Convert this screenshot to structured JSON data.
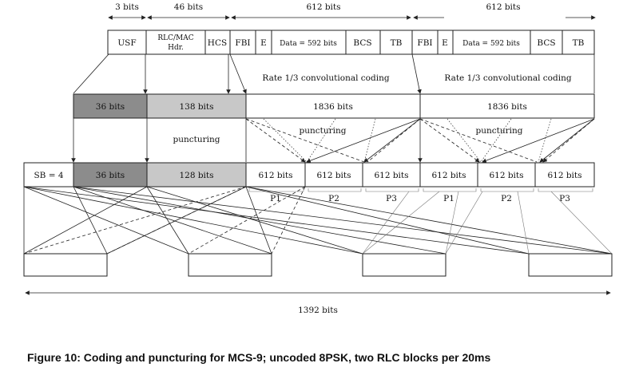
{
  "top_labels": {
    "usf_bits": "3 bits",
    "hdr_bits": "46 bits",
    "block1_bits": "612 bits",
    "block2_bits": "612 bits"
  },
  "fields": {
    "usf": "USF",
    "rlc_mac_line1": "RLC/MAC",
    "rlc_mac_line2": "Hdr.",
    "hcs": "HCS",
    "fbi1": "FBI",
    "e1": "E",
    "data1": "Data = 592 bits",
    "bcs1": "BCS",
    "tb1": "TB",
    "fbi2": "FBI",
    "e2": "E",
    "data2": "Data = 592 bits",
    "bcs2": "BCS",
    "tb2": "TB"
  },
  "coding_labels": {
    "left": "Rate 1/3 convolutional coding",
    "right": "Rate 1/3 convolutional coding"
  },
  "coded_row": {
    "usf": "36 bits",
    "hdr": "138 bits",
    "block1": "1836 bits",
    "block2": "1836 bits"
  },
  "puncturing": {
    "hdr": "puncturing",
    "block1": "puncturing",
    "block2": "puncturing"
  },
  "burst_row": {
    "sb": "SB = 4",
    "usf": "36 bits",
    "hdr": "128 bits",
    "cells": [
      "612 bits",
      "612 bits",
      "612 bits",
      "612 bits",
      "612 bits",
      "612 bits"
    ]
  },
  "p_labels": [
    "P1",
    "P2",
    "P3",
    "P1",
    "P2",
    "P3"
  ],
  "total_label": "1392 bits",
  "caption": "Figure 10: Coding and puncturing for MCS-9; uncoded 8PSK, two RLC blocks per 20ms"
}
